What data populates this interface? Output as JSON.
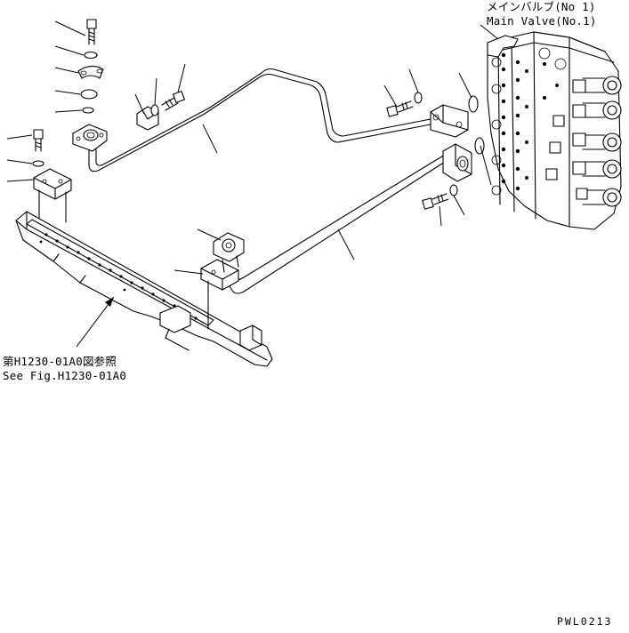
{
  "labels": {
    "main_valve_jp": "メインバルブ(No 1)",
    "main_valve_en": "Main Valve(No.1)",
    "ref_jp": "第H1230-01A0図参照",
    "ref_en": "See Fig.H1230-01A0",
    "drawing_code": "PWL0213"
  }
}
